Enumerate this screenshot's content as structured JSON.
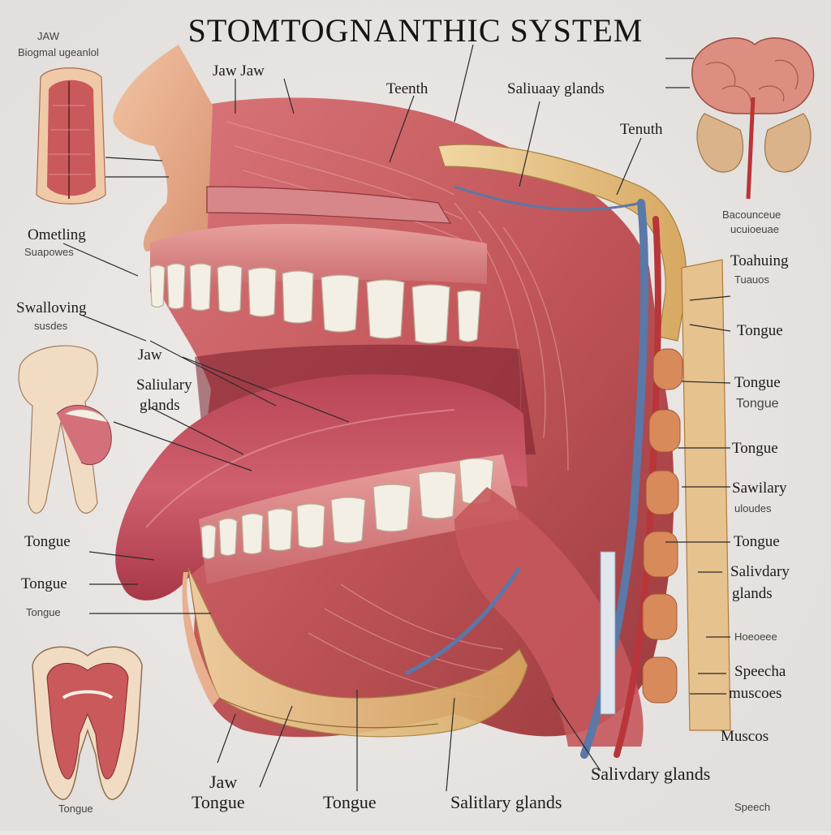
{
  "title": "STOMTOGNANTHIC SYSTEM",
  "colors": {
    "background": "#e9e6e4",
    "muscle": "#c9595a",
    "muscle_dark": "#9e3a3c",
    "tongue": "#c84d5c",
    "tooth": "#f4efe4",
    "bone": "#e4bf7d",
    "vessel_blue": "#5a78a8",
    "vessel_red": "#b8353a",
    "skin": "#e8ad8a"
  },
  "icons": [
    "nose-illustration",
    "upper-jaw-cross-section",
    "brain-gland-illustration",
    "tooth-side-illustration",
    "molar-cross-section",
    "spine-illustration"
  ],
  "labels": {
    "top_left_small_1": "JAW",
    "top_left_small_2": "Biogmal ugeanlol",
    "jaw_jaw": "Jaw  Jaw",
    "teenth": "Teenth",
    "saliuaay": "Saliuaay glands",
    "tenuth": "Tenuth",
    "right_small_1": "Bacounceue",
    "right_small_2": "ucuioeuae",
    "ometling": "Ometling",
    "ometling_sub": "Suapowes",
    "swallowing": "Swalloving",
    "swallowing_sub": "susdes",
    "toahuing": "Toahuing",
    "toahuing_sub": "Tuauos",
    "jaw_mid": "Jaw",
    "salivary_left": "Saliulary",
    "salivary_left_2": "glands",
    "tongue_r1": "Tongue",
    "tongue_r2": "Tongue",
    "tongue_r2_sub": "Tongue",
    "tongue_r3": "Tongue",
    "sawilary": "Sawilary",
    "sawilary_sub": "uloudes",
    "tongue_r4": "Tongue",
    "salivary_r": "Salivdary",
    "salivary_r2": "glands",
    "tongue_l1": "Tongue",
    "tongue_l2": "Tongue",
    "tongue_l3": "Tongue",
    "hoeoeee": "Hoeoeee",
    "speecha": "Speecha",
    "speecha_sub": "muscoes",
    "muscos": "Muscos",
    "salivdary_glands_b": "Salivdary glands",
    "jaw_bottom": "Jaw",
    "tongue_bottom": "Tongue",
    "tongue_bottom_mid": "Tongue",
    "salitlary_bottom": "Salitlary glands",
    "tongue_tooth": "Tongue",
    "speech_bottom": "Speech"
  }
}
